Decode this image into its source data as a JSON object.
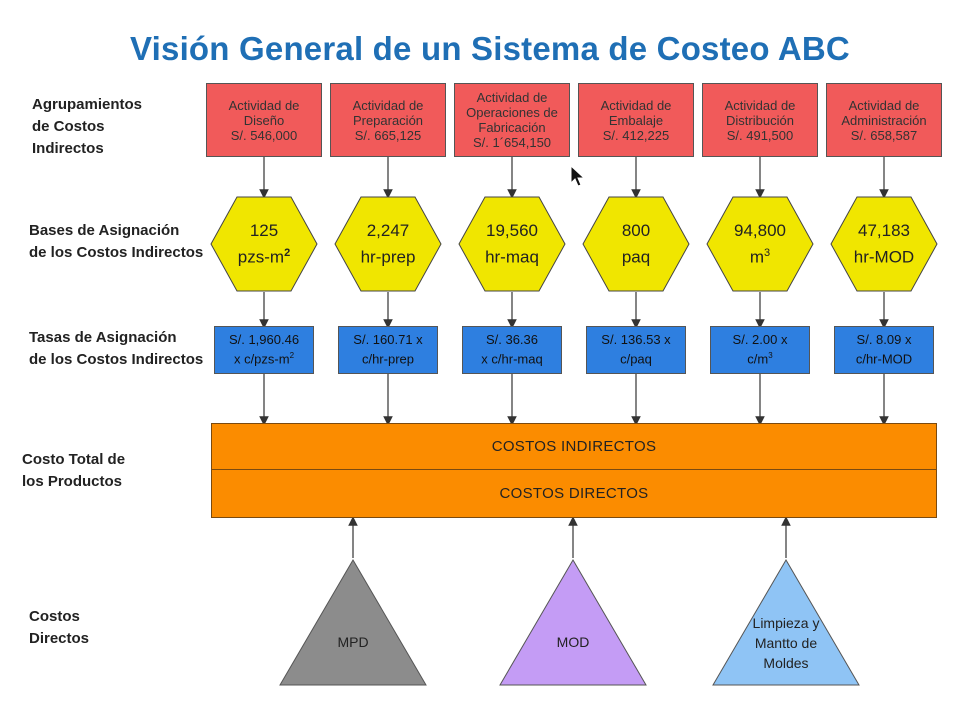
{
  "title": "Visión General de un Sistema de Costeo ABC",
  "row_labels": {
    "pools": "Agrupamientos\nde Costos\nIndirectos",
    "bases": "Bases de Asignación\nde los Costos Indirectos",
    "rates": "Tasas de Asignación\nde los Costos Indirectos",
    "total": "Costo Total de\nlos Productos",
    "direct": "Costos\nDirectos"
  },
  "activities": [
    {
      "name": "Actividad de\nDiseño",
      "cost": "S/. 546,000"
    },
    {
      "name": "Actividad de\nPreparación",
      "cost": "S/. 665,125"
    },
    {
      "name": "Actividad de\nOperaciones de\nFabricación",
      "cost": "S/. 1´654,150"
    },
    {
      "name": "Actividad de\nEmbalaje",
      "cost": "S/. 412,225"
    },
    {
      "name": "Actividad de\nDistribución",
      "cost": "S/. 491,500"
    },
    {
      "name": "Actividad de\nAdministración",
      "cost": "S/. 658,587"
    }
  ],
  "bases": [
    {
      "value": "125",
      "unit": "pzs-m",
      "sup": "2"
    },
    {
      "value": "2,247",
      "unit": "hr-prep",
      "sup": ""
    },
    {
      "value": "19,560",
      "unit": "hr-maq",
      "sup": ""
    },
    {
      "value": "800",
      "unit": "paq",
      "sup": ""
    },
    {
      "value": "94,800",
      "unit": "m",
      "sup": "3"
    },
    {
      "value": "47,183",
      "unit": "hr-MOD",
      "sup": ""
    }
  ],
  "rates": [
    {
      "line1": "S/. 1,960.46",
      "line2": "x c/pzs-m",
      "sup": "2"
    },
    {
      "line1": "S/. 160.71 x",
      "line2": "c/hr-prep",
      "sup": ""
    },
    {
      "line1": "S/. 36.36",
      "line2": "x c/hr-maq",
      "sup": ""
    },
    {
      "line1": "S/. 136.53 x",
      "line2": "c/paq",
      "sup": ""
    },
    {
      "line1": "S/. 2.00 x",
      "line2": "c/m",
      "sup": "3"
    },
    {
      "line1": "S/. 8.09 x",
      "line2": "c/hr-MOD",
      "sup": ""
    }
  ],
  "cost_bars": {
    "indirect": "COSTOS INDIRECTOS",
    "direct": "COSTOS DIRECTOS"
  },
  "direct_costs": [
    {
      "label": "MPD",
      "color": "#8c8c8c"
    },
    {
      "label": "MOD",
      "color": "#c49cf5"
    },
    {
      "label": "Limpieza y\nMantto de\nMoldes",
      "color": "#8fc4f5"
    }
  ],
  "colors": {
    "title": "#1f6fb5",
    "activity_box": "#f15a5a",
    "base_hex": "#f0e600",
    "rate_box": "#2e7fe0",
    "total_bar": "#fb8c00"
  }
}
